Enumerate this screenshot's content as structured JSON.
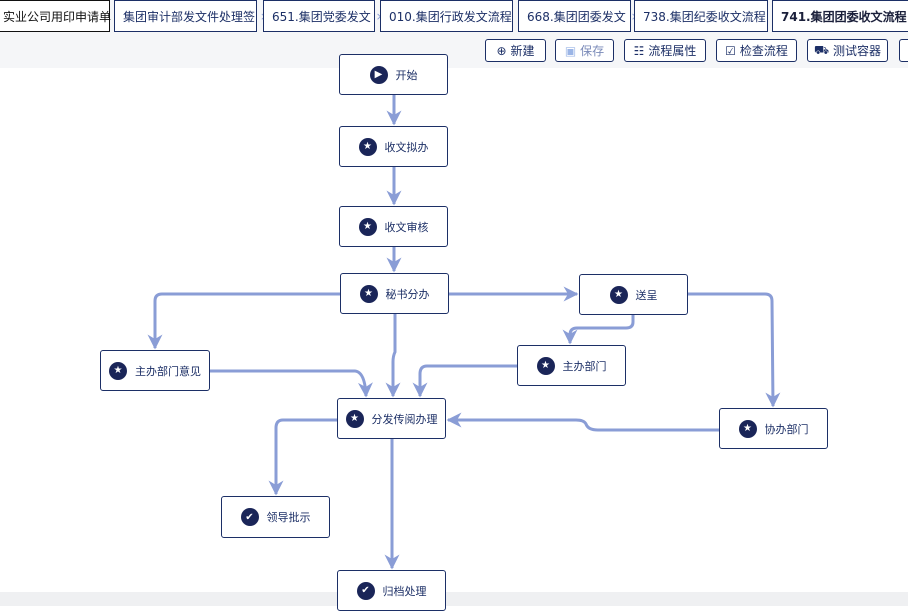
{
  "tabs": [
    {
      "label": "实业公司用印申请单",
      "close": "×"
    },
    {
      "label": "集团审计部发文件处理签",
      "close": "×"
    },
    {
      "label": "651.集团党委发文",
      "close": "×"
    },
    {
      "label": "010.集团行政发文流程",
      "close": "×"
    },
    {
      "label": "668.集团团委发文",
      "close": "×"
    },
    {
      "label": "738.集团纪委收文流程",
      "close": "×"
    },
    {
      "label": "741.集团团委收文流程",
      "close": "×",
      "active": true
    }
  ],
  "toolbar": {
    "new": "新建",
    "save": "保存",
    "props": "流程属性",
    "check": "检查流程",
    "test": "测试容器"
  },
  "nodes": {
    "start": "开始",
    "draft": "收文拟办",
    "review": "收文审核",
    "secretary": "秘书分办",
    "submit": "送呈",
    "main_opinion": "主办部门意见",
    "main_dept": "主办部门",
    "distribute": "分发传阅办理",
    "assist": "协办部门",
    "leader": "领导批示",
    "archive": "归档处理"
  },
  "icons": {
    "start": "play-icon",
    "task": "star-icon",
    "end": "check-icon"
  },
  "colors": {
    "node_border": "#1c2f66",
    "edge": "#8a9dd6"
  }
}
